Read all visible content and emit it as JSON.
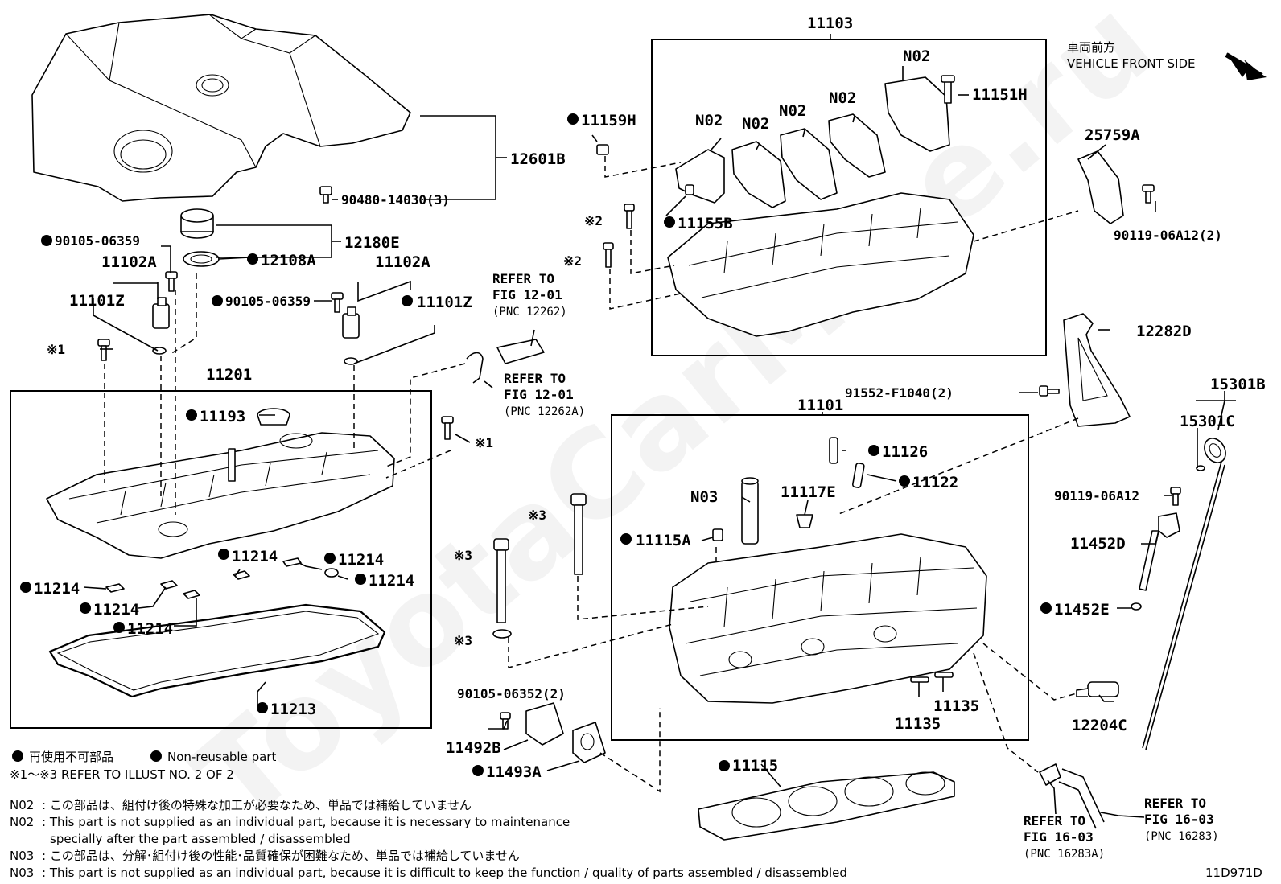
{
  "assembly_labels": {
    "head_cover_assy": "11103",
    "head_sub_assy": "11101",
    "cover_sub_assy": "11201",
    "engine_cover": "12601B",
    "cover_bolt": "90480-14030(3)",
    "oil_cap_assy": "12180E",
    "oil_cap_gasket": "12108A",
    "sensor_l": "11102A",
    "sensor_l_sub": "11101Z",
    "sensor_bolt_l": "90105-06359",
    "sensor_r": "11102A",
    "sensor_r_sub": "11101Z",
    "sensor_bolt_r": "90105-06359",
    "plug_11193": "11193",
    "gasket_11213": "11213",
    "gasket_11214_a": "11214",
    "gasket_11214_b": "11214",
    "gasket_11214_c": "11214",
    "gasket_11214_d": "11214",
    "gasket_11214_e": "11214",
    "gasket_11214_f": "11214",
    "bolt_11159h": "11159H",
    "pin_11155b": "11155B",
    "bolt_11151h": "11151H",
    "n02_1": "N02",
    "n02_2": "N02",
    "n02_3": "N02",
    "n02_4": "N02",
    "n02_5": "N02",
    "hanger_25759a": "25759A",
    "bolt_90119_2": "90119-06A12(2)",
    "hanger_12282d": "12282D",
    "bolt_91552": "91552-F1040(2)",
    "gauge_15301b": "15301B",
    "ring_15301c": "15301C",
    "bolt_90119": "90119-06A12",
    "guide_11452d": "11452D",
    "ring_11452e": "11452E",
    "pin_11126": "11126",
    "pin_11122": "11122",
    "n03": "N03",
    "plug_11117e": "11117E",
    "pin_11115a": "11115A",
    "plug_11135_a": "11135",
    "plug_11135_b": "11135",
    "sensor_12204c": "12204C",
    "stud_90105": "90105-06352(2)",
    "cover_11492b": "11492B",
    "gasket_11493a": "11493A",
    "gasket_11115": "11115"
  },
  "ref_marks": {
    "m1_a": "※1",
    "m1_b": "※1",
    "m2_a": "※2",
    "m2_b": "※2",
    "m3_a": "※3",
    "m3_b": "※3",
    "m3_c": "※3"
  },
  "refer_blocks": {
    "r1": {
      "l1": "REFER TO",
      "l2": "FIG 12-01",
      "l3": "(PNC 12262)"
    },
    "r2": {
      "l1": "REFER TO",
      "l2": "FIG 12-01",
      "l3": "(PNC 12262A)"
    },
    "r3": {
      "l1": "REFER TO",
      "l2": "FIG 16-03",
      "l3": "(PNC 16283A)"
    },
    "r4": {
      "l1": "REFER TO",
      "l2": "FIG 16-03",
      "l3": "(PNC 16283)"
    }
  },
  "direction": {
    "jp": "車両前方",
    "en": "VEHICLE FRONT SIDE"
  },
  "legend": {
    "nonreusable_jp": "再使用不可部品",
    "nonreusable_en": "Non-reusable part",
    "refer_illust": "※1～※3  REFER TO ILLUST NO. 2 OF 2"
  },
  "notes": [
    {
      "code": "N02",
      "text": ": この部品は、組付け後の特殊な加工が必要なため、単品では補給していません"
    },
    {
      "code": "N02",
      "text": ": This part is not supplied as an individual part, because it is necessary to maintenance"
    },
    {
      "code": "",
      "text": "specially after the part assembled / disassembled"
    },
    {
      "code": "N03",
      "text": ": この部品は、分解･組付け後の性能･品質確保が困難なため、単品では補給していません"
    },
    {
      "code": "N03",
      "text": ": This part is not supplied as an individual part, because it is difficult to keep the function / quality of parts  assembled / disassembled"
    }
  ],
  "illustration_id": "11D971D",
  "watermark": "ToyotaCarMine.ru"
}
